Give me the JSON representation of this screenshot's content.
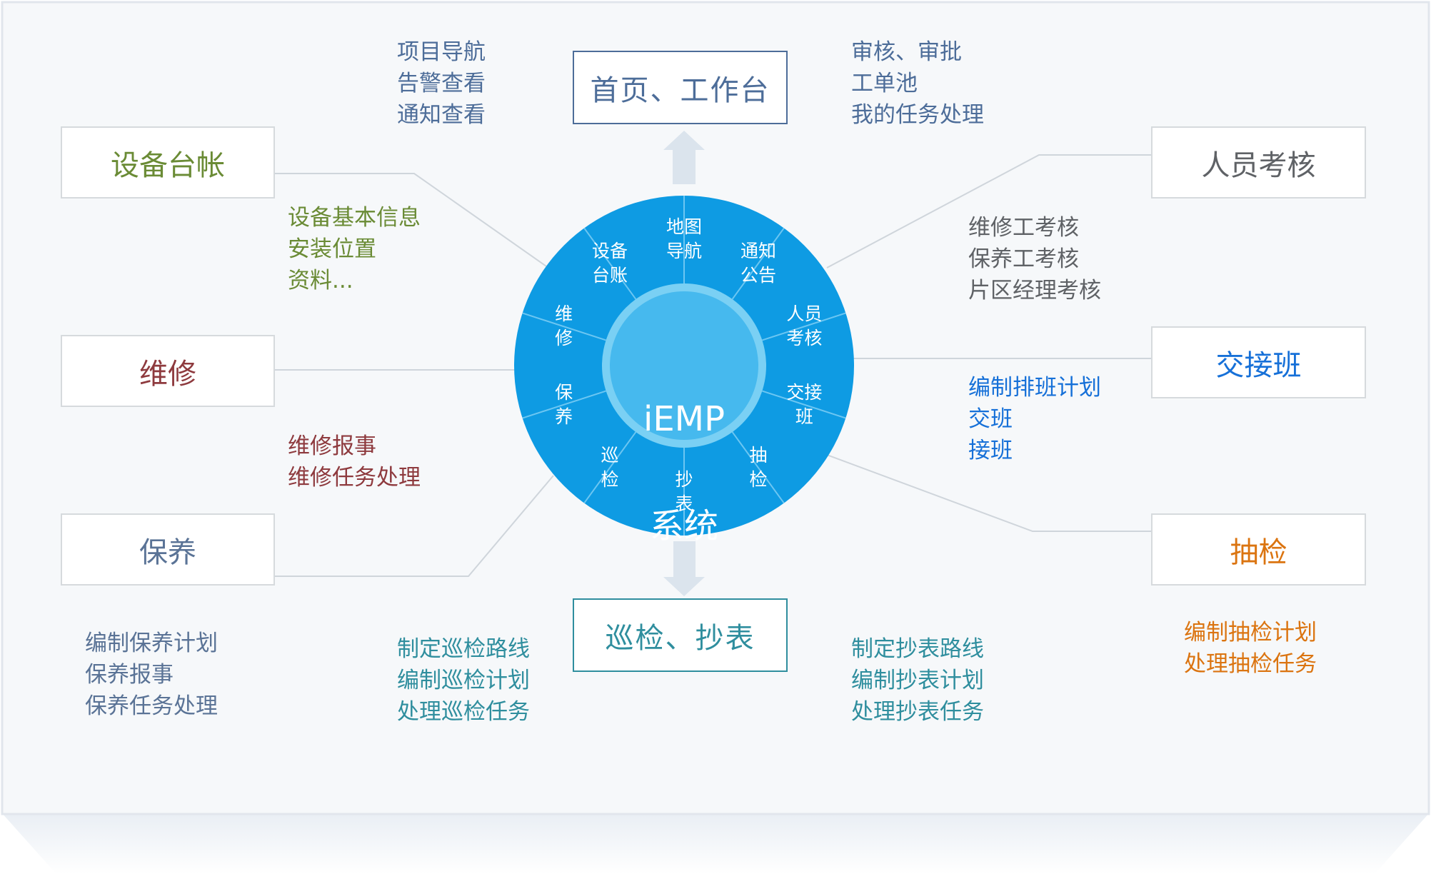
{
  "colors": {
    "panel": "#f6f8fa",
    "panel_border": "#e1e6ec",
    "ring": "#0e9be3",
    "hub": "#46b9ee",
    "hub_ring": "#7ad0f4",
    "connector": "#cfd5db",
    "arrow": "#dbe4ed",
    "box_border": "#d6dadd",
    "navy": "#4d6d99",
    "teal": "#2f8e9e",
    "green": "#6a8b35",
    "maroon": "#8e3a3e",
    "slate": "#5a7396",
    "gray": "#5f6266",
    "blue": "#1670d8",
    "orange": "#db7410"
  },
  "hub": {
    "line1": "iEMP",
    "line2": "系统"
  },
  "wheel_segments": [
    {
      "lines": [
        "地图",
        "导航"
      ]
    },
    {
      "lines": [
        "通知",
        "公告"
      ]
    },
    {
      "lines": [
        "人员",
        "考核"
      ]
    },
    {
      "lines": [
        "交接",
        "班"
      ]
    },
    {
      "lines": [
        "抽",
        "检"
      ]
    },
    {
      "lines": [
        "抄",
        "表"
      ]
    },
    {
      "lines": [
        "巡",
        "检"
      ]
    },
    {
      "lines": [
        "保",
        "养"
      ]
    },
    {
      "lines": [
        "维",
        "修"
      ]
    },
    {
      "lines": [
        "设备",
        "台账"
      ]
    }
  ],
  "modules": {
    "home": {
      "title": "首页、工作台",
      "left_items": [
        "项目导航",
        "告警查看",
        "通知查看"
      ],
      "right_items": [
        "审核、审批",
        "工单池",
        "我的任务处理"
      ]
    },
    "equipment": {
      "title": "设备台帐",
      "items": [
        "设备基本信息",
        "安装位置",
        "资料..."
      ]
    },
    "repair": {
      "title": "维修",
      "items": [
        "维修报事",
        "维修任务处理"
      ]
    },
    "maintenance": {
      "title": "保养",
      "items": [
        "编制保养计划",
        "保养报事",
        "保养任务处理"
      ]
    },
    "inspection": {
      "title": "巡检、抄表",
      "left_items": [
        "制定巡检路线",
        "编制巡检计划",
        "处理巡检任务"
      ],
      "right_items": [
        "制定抄表路线",
        "编制抄表计划",
        "处理抄表任务"
      ]
    },
    "assessment": {
      "title": "人员考核",
      "items": [
        "维修工考核",
        "保养工考核",
        "片区经理考核"
      ]
    },
    "shift": {
      "title": "交接班",
      "items": [
        "编制排班计划",
        "交班",
        "接班"
      ]
    },
    "spotcheck": {
      "title": "抽检",
      "items": [
        "编制抽检计划",
        "处理抽检任务"
      ]
    }
  }
}
